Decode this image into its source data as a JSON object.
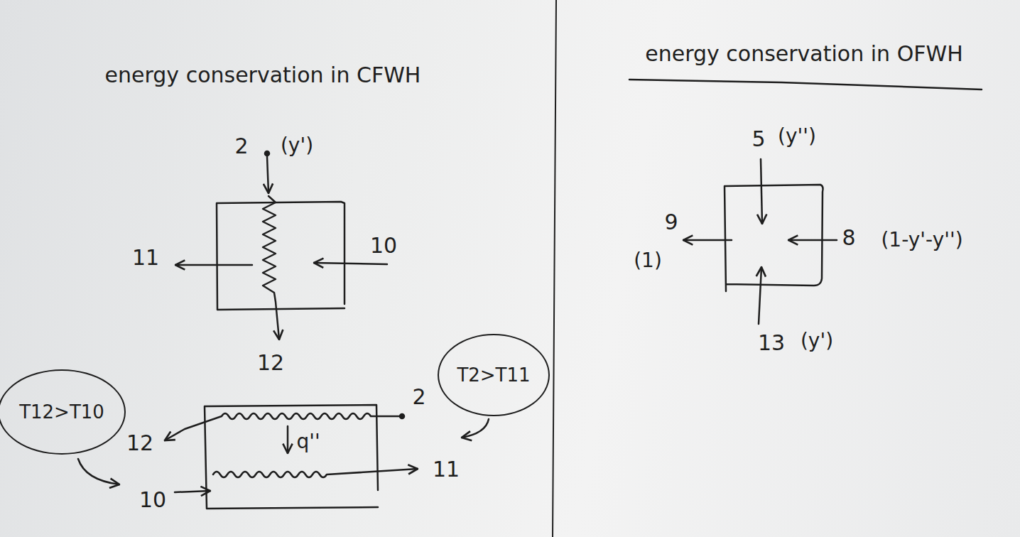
{
  "diagram": {
    "nodes": [
      {
        "text": [
          "T12>T10"
        ]
      },
      {
        "text": [
          "T2>T11"
        ]
      }
    ],
    "labels": [
      "energy conservation in CFWH",
      "energy conservation in OFWH",
      "2",
      "(y')",
      "11",
      "10",
      "12",
      "5",
      "(y'')",
      "9",
      "(1)",
      "8",
      "(1-y'-y'')",
      "13",
      "(y')",
      "2",
      "12",
      "q''",
      "11",
      "10"
    ]
  }
}
